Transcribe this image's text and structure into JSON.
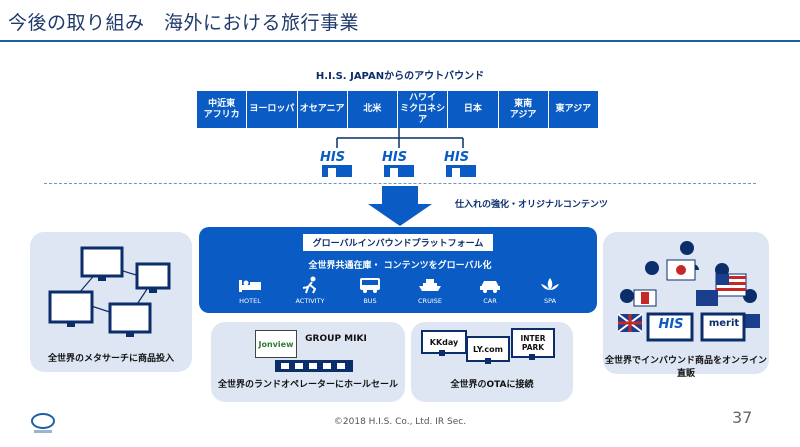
{
  "title": "今後の取り組み　海外における旅行事業",
  "outbound_label": "H.I.S. JAPANからのアウトバウンド",
  "regions": [
    "中近東\nアフリカ",
    "ヨーロッパ",
    "オセアニア",
    "北米",
    "ハワイ\nミクロネシア",
    "日本",
    "東南\nアジア",
    "東アジア"
  ],
  "his_logo_text": "HIS",
  "supply_label": "仕入れの強化・オリジナルコンテンツ",
  "platform": {
    "title": "グローバルインバウンドプラットフォーム",
    "subtitle": "全世界共通在庫・ コンテンツをグローバル化",
    "categories": [
      {
        "label": "HOTEL",
        "icon": "bed-icon"
      },
      {
        "label": "ACTIVITY",
        "icon": "activity-icon"
      },
      {
        "label": "BUS",
        "icon": "bus-icon"
      },
      {
        "label": "CRUISE",
        "icon": "ship-icon"
      },
      {
        "label": "CAR",
        "icon": "car-icon"
      },
      {
        "label": "SPA",
        "icon": "lotus-icon"
      }
    ]
  },
  "left_panel": {
    "caption": "全世界のメタサーチに商品投入"
  },
  "land_operator": {
    "logo1": "Jonview",
    "logo2": "GROUP MIKI",
    "caption": "全世界のランドオペレーターにホールセール"
  },
  "ota": {
    "logos": [
      "KKday",
      "LY.com",
      "INTER\nPARK"
    ],
    "caption": "全世界のOTAに接続"
  },
  "right_panel": {
    "his_logo": "HIS",
    "merit_logo": "merit",
    "caption": "全世界でインバウンド商品をオンライン直販"
  },
  "footer": "©2018 H.I.S. Co., Ltd. IR Sec.",
  "page_number": "37",
  "colors": {
    "brand_blue": "#0a5cc4",
    "panel_bg": "#dde6f2",
    "title_blue": "#1f3a6b"
  }
}
